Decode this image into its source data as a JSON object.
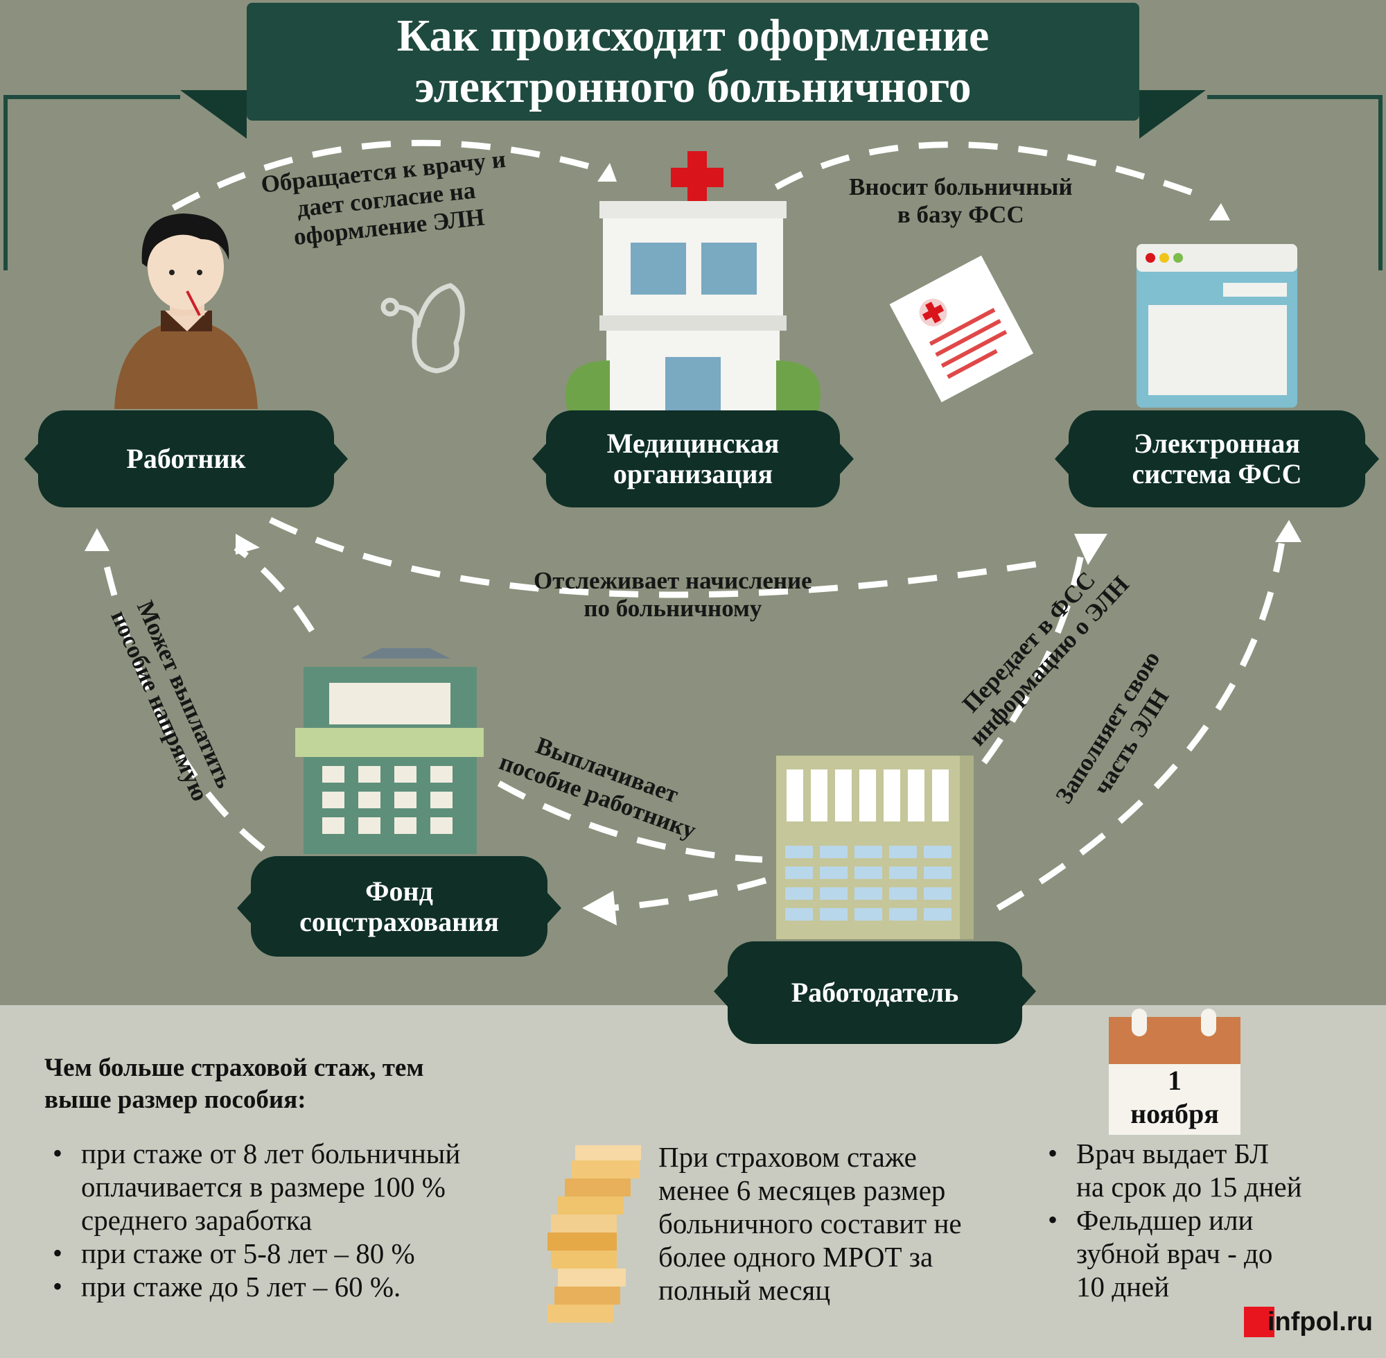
{
  "title": {
    "line1": "Как происходит оформление",
    "line2": "электронного больничного"
  },
  "nodes": {
    "worker": {
      "line1": "Работник"
    },
    "medical": {
      "line1": "Медицинская",
      "line2": "организация"
    },
    "fss_system": {
      "line1": "Электронная",
      "line2": "система ФСС"
    },
    "fund": {
      "line1": "Фонд",
      "line2": "соцстрахования"
    },
    "employer": {
      "line1": "Работодатель"
    }
  },
  "flows": {
    "consult": {
      "line1": "Обращается к врачу и",
      "line2": "дает согласие на",
      "line3": "оформление ЭЛН"
    },
    "enter_db": {
      "line1": "Вносит больничный",
      "line2": "в базу ФСС"
    },
    "track": {
      "line1": "Отслеживает начисление",
      "line2": "по больничному"
    },
    "transfer": {
      "line1": "Передает в ФСС",
      "line2": "информацию о ЭЛН"
    },
    "fill": {
      "line1": "Заполняет свою",
      "line2": "часть ЭЛН"
    },
    "pay_worker": {
      "line1": "Выплачивает",
      "line2": "пособие работнику"
    },
    "pay_direct": {
      "line1": "Может выплатить",
      "line2": "пособие напрямую"
    }
  },
  "bonus": {
    "heading1": "Чем больше страховой стаж, тем",
    "heading2": "выше размер пособия:",
    "items": [
      {
        "line1": "при стаже от 8 лет больничный",
        "line2": "оплачивается в размере 100 %",
        "line3": "среднего заработка"
      },
      {
        "line1": "при стаже от 5-8 лет – 80 %"
      },
      {
        "line1": "при стаже до 5 лет – 60 %."
      }
    ]
  },
  "mrot": {
    "line1": "При страховом стаже",
    "line2": "менее 6 месяцев размер",
    "line3": "больничного составит не",
    "line4": "более одного МРОТ за",
    "line5": "полный месяц"
  },
  "calendar": {
    "day": "1",
    "month": "ноября"
  },
  "notes": [
    {
      "line1": "Врач выдает БЛ",
      "line2": "на срок до 15 дней"
    },
    {
      "line1": "Фельдшер или",
      "line2": "зубной врач - до",
      "line3": "10 дней"
    }
  ],
  "brand": {
    "text": "infpol.ru"
  },
  "icons": {
    "worker": "person-with-thermometer-icon",
    "stethoscope": "stethoscope-icon",
    "hospital": "hospital-building-icon",
    "sick_note": "medical-document-icon",
    "fss": "browser-window-icon",
    "fund": "fund-building-icon",
    "employer": "office-building-icon",
    "coins": "coin-stack-icon",
    "calendar": "calendar-icon"
  },
  "colors": {
    "background": "#8b917e",
    "panel": "#c9cbc0",
    "node": "#0f2f27",
    "banner": "#1f4a3f",
    "accent_red": "#d9141b",
    "calendar_top": "#cd7c49"
  }
}
